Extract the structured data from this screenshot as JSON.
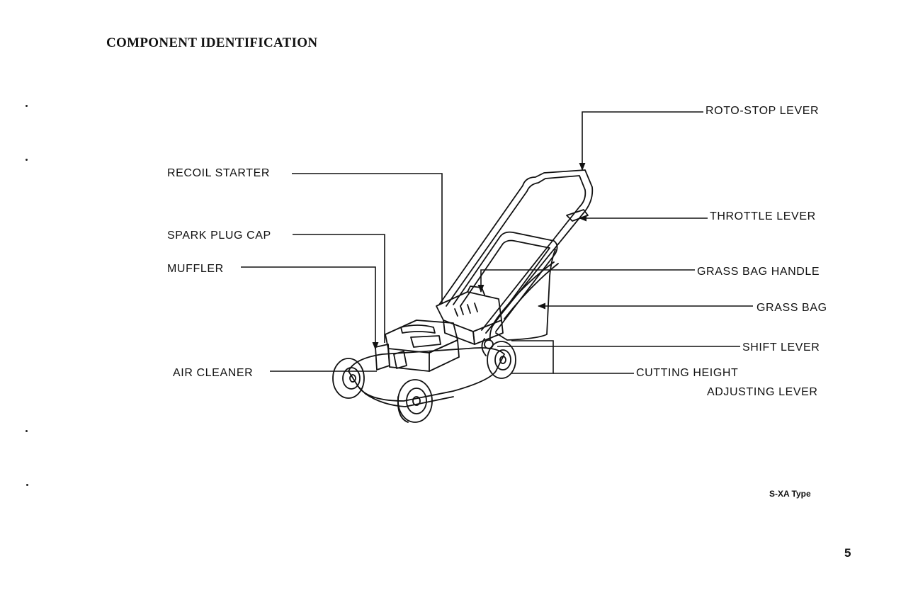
{
  "heading": "COMPONENT IDENTIFICATION",
  "labels": {
    "roto_stop_lever": "ROTO-STOP LEVER",
    "recoil_starter": "RECOIL STARTER",
    "throttle_lever": "THROTTLE LEVER",
    "spark_plug_cap": "SPARK PLUG CAP",
    "muffler": "MUFFLER",
    "grass_bag_handle": "GRASS BAG HANDLE",
    "grass_bag": "GRASS BAG",
    "shift_lever": "SHIFT LEVER",
    "air_cleaner": "AIR CLEANER",
    "cutting_height_line1": "CUTTING HEIGHT",
    "cutting_height_line2": "ADJUSTING LEVER"
  },
  "model_type": "S-XA Type",
  "page_number": "5",
  "colors": {
    "ink": "#111111",
    "paper": "#ffffff"
  }
}
